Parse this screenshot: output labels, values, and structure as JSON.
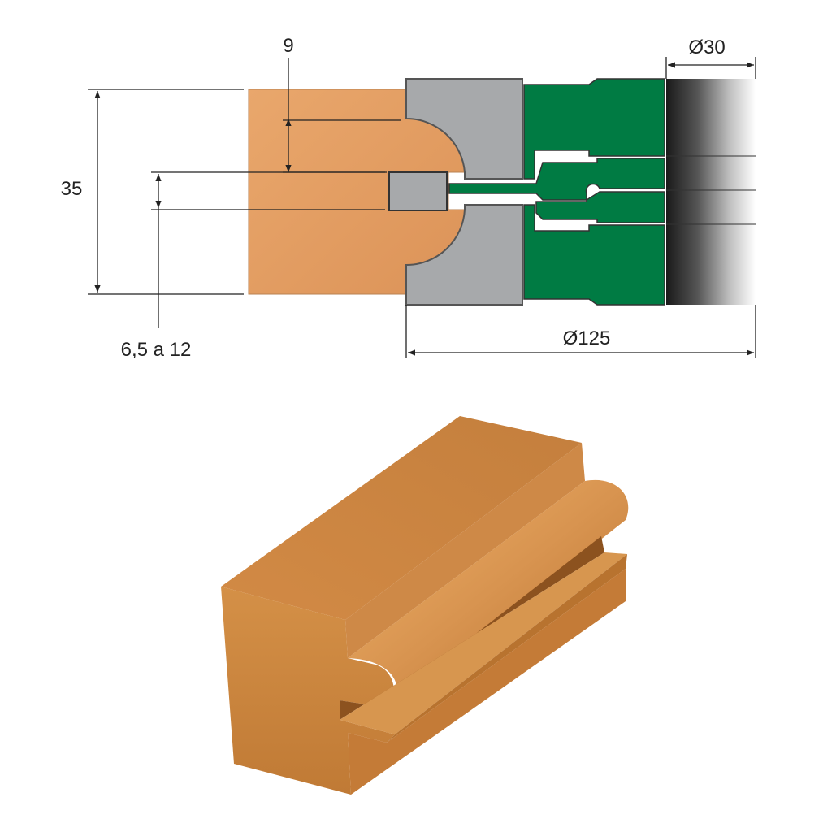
{
  "dimensions": {
    "top_depth": "9",
    "height": "35",
    "groove_range": "6,5 a 12",
    "bore": "Ø30",
    "outer_diameter": "Ø125"
  },
  "colors": {
    "wood_light": "#E8A66A",
    "wood_dark": "#C87B3F",
    "cutter_gray": "#A7A9AB",
    "cutter_green": "#007B43",
    "dimension_line": "#222222"
  }
}
